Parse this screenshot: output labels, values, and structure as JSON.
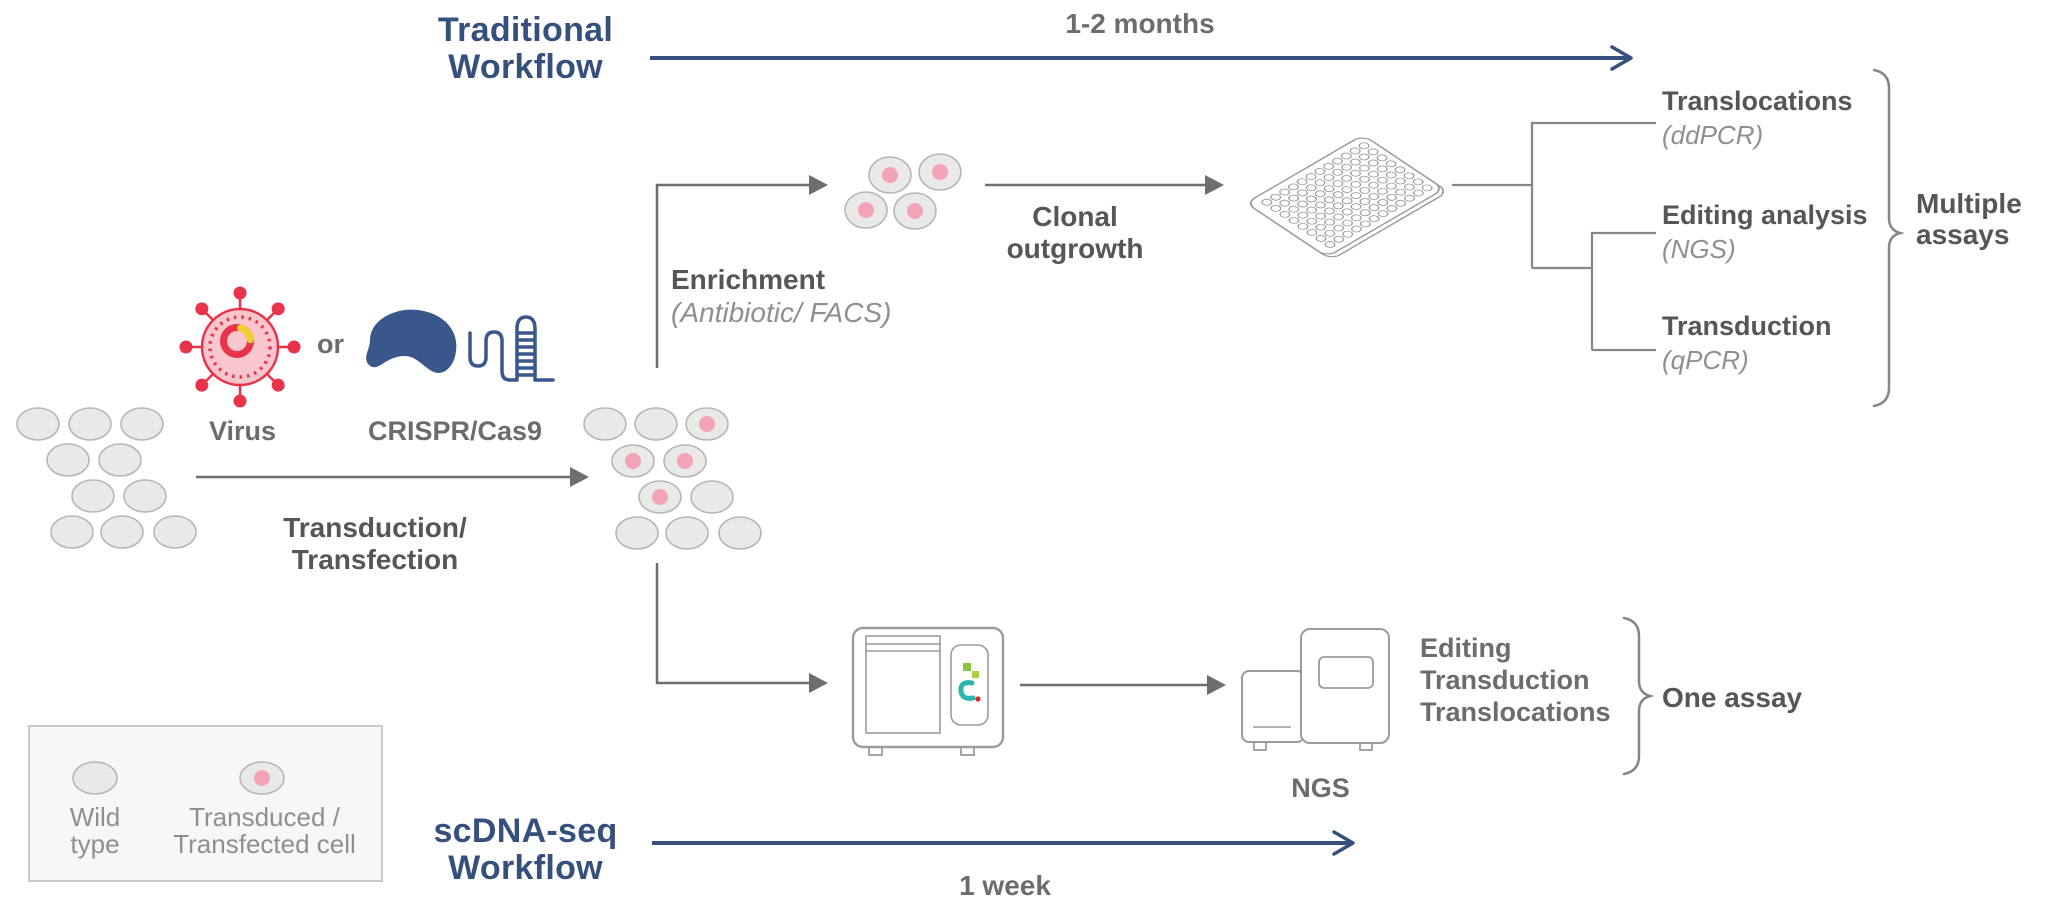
{
  "colors": {
    "navy": "#36507d",
    "arrow_gray": "#6d6e70",
    "tree_gray": "#85868a",
    "text_dark": "#55565a",
    "text_mid": "#6b6c6e",
    "text_light": "#8e8f91",
    "cell_fill": "#e9e9e9",
    "cell_stroke": "#b6b6b6",
    "nucleus_pink": "#f2a3b6",
    "virus_red": "#e8334a",
    "virus_fill": "#f9c6ce",
    "plasmid_yellow": "#f3cf2c",
    "cas9_navy": "#3a578c",
    "machine_stroke": "#9b9b9b",
    "legend_bg": "#f7f7f7",
    "legend_border": "#cacaca",
    "logo_green": "#8bc53f",
    "logo_green2": "#a9cf4b",
    "logo_teal": "#2bb6ad",
    "logo_red": "#d9232e"
  },
  "traditional": {
    "title_line1": "Traditional",
    "title_line2": "Workflow",
    "duration": "1-2 months",
    "outputs": [
      {
        "name": "Translocations",
        "method": "(ddPCR)"
      },
      {
        "name": "Editing analysis",
        "method": "(NGS)"
      },
      {
        "name": "Transduction",
        "method": "(qPCR)"
      }
    ],
    "summary_line1": "Multiple",
    "summary_line2": "assays"
  },
  "scdna": {
    "title_line1": "scDNA-seq",
    "title_line2": "Workflow",
    "duration": "1 week",
    "outputs_line1": "Editing",
    "outputs_line2": "Transduction",
    "outputs_line3": "Translocations",
    "summary": "One assay",
    "instrument_label": "NGS"
  },
  "inputs": {
    "virus_label": "Virus",
    "or_label": "or",
    "crispr_label": "CRISPR/Cas9"
  },
  "steps": {
    "transduction_line1": "Transduction/",
    "transduction_line2": "Transfection",
    "enrichment": "Enrichment",
    "enrichment_method": "(Antibiotic/ FACS)",
    "clonal_line1": "Clonal",
    "clonal_line2": "outgrowth"
  },
  "legend": {
    "wild_line1": "Wild",
    "wild_line2": "type",
    "transduced_line1": "Transduced /",
    "transduced_line2": "Transfected cell"
  }
}
